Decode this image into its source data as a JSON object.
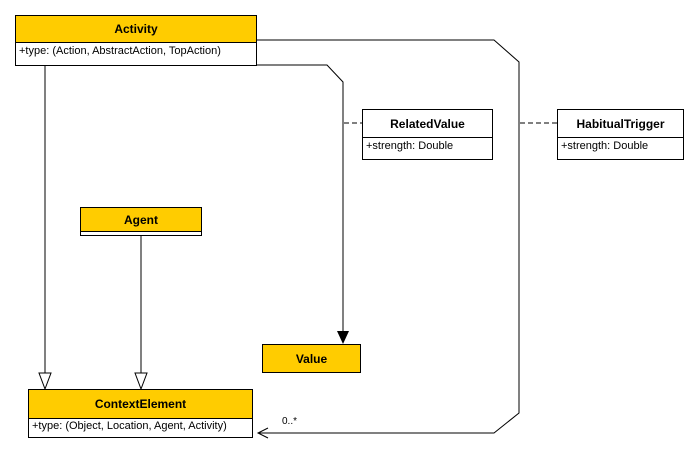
{
  "colors": {
    "class_fill": "#FFCC00",
    "plain_fill": "#FFFFFF",
    "line": "#000000"
  },
  "classes": {
    "activity": {
      "name": "Activity",
      "attribute": "+type: (Action, AbstractAction,  TopAction)"
    },
    "agent": {
      "name": "Agent"
    },
    "value": {
      "name": "Value"
    },
    "context_element": {
      "name": "ContextElement",
      "attribute": "+type: (Object, Location, Agent, Activity)"
    },
    "related_value": {
      "name": "RelatedValue",
      "attribute": "+strength: Double"
    },
    "habitual_trigger": {
      "name": "HabitualTrigger",
      "attribute": "+strength: Double"
    }
  },
  "associations": {
    "activity_to_context": {
      "target_multiplicity": "0..*"
    }
  }
}
